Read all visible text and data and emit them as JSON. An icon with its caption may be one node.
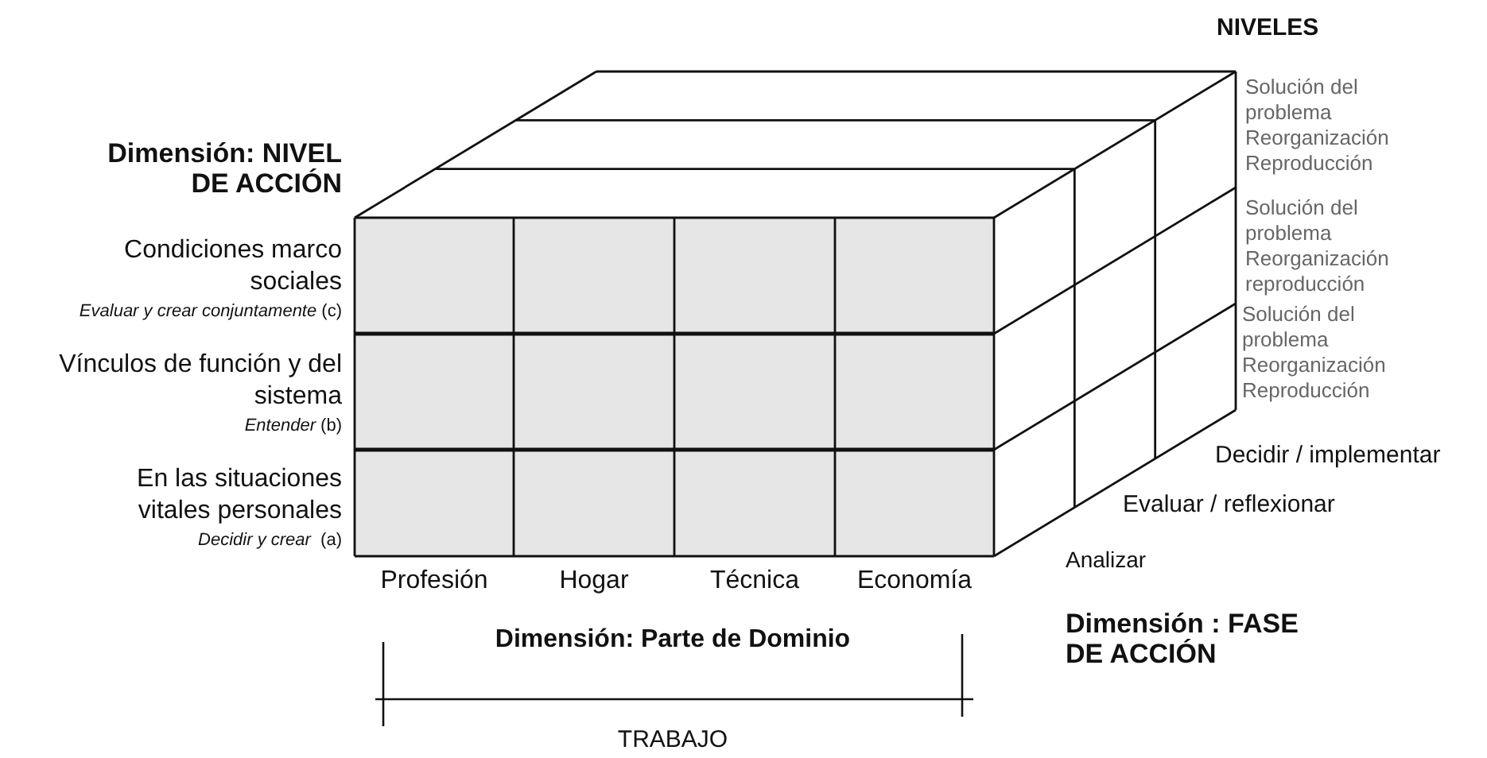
{
  "diagram": {
    "labels": [
      "NIVELES",
      "Dimensión: NIVEL DE ACCIÓN",
      "Solución del problema",
      "Reorganización",
      "Reproducción",
      "Condiciones marco sociales",
      "*Evaluar y crear conjuntamente* (c)",
      "Solución del problema",
      "Reorganización",
      "reproducción",
      "Vínculos de función y del sistema",
      "*Entender* (b)",
      "Solución del problema",
      "Reorganización",
      "Reproducción",
      "Decidir / implementar",
      "En las situaciones vitales personales",
      "Evaluar / reflexionar",
      "*Decidir y crear*  (a)",
      "Analizar",
      "Profesión",
      "Hogar",
      "Técnica",
      "Economía",
      "Dimensión: Parte de Dominio",
      "Dimensión : FASE DE ACCIÓN",
      "TRABAJO"
    ]
  }
}
